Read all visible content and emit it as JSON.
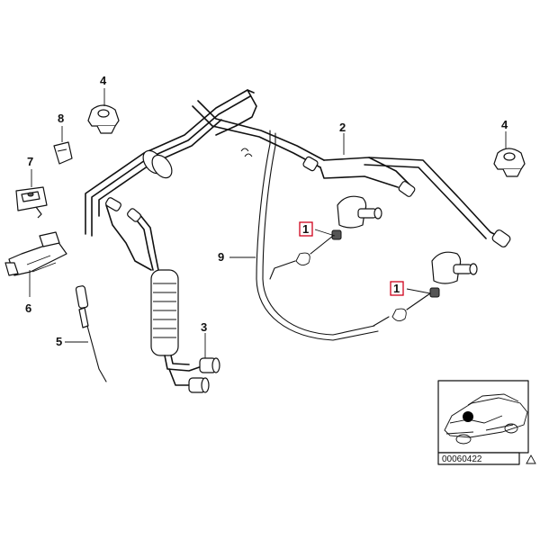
{
  "diagram": {
    "callouts": [
      {
        "id": "c1a",
        "label": "1",
        "highlighted": true
      },
      {
        "id": "c1b",
        "label": "1",
        "highlighted": true
      },
      {
        "id": "c2",
        "label": "2",
        "highlighted": false
      },
      {
        "id": "c3",
        "label": "3",
        "highlighted": false
      },
      {
        "id": "c4a",
        "label": "4",
        "highlighted": false
      },
      {
        "id": "c4b",
        "label": "4",
        "highlighted": false
      },
      {
        "id": "c5",
        "label": "5",
        "highlighted": false
      },
      {
        "id": "c6",
        "label": "6",
        "highlighted": false
      },
      {
        "id": "c7",
        "label": "7",
        "highlighted": false
      },
      {
        "id": "c8",
        "label": "8",
        "highlighted": false
      },
      {
        "id": "c9",
        "label": "9",
        "highlighted": false
      }
    ],
    "inset": {
      "image_code": "00060422",
      "icon": "warning-triangle-icon"
    },
    "colors": {
      "line": "#111111",
      "highlight": "#d0021b",
      "background": "#ffffff"
    }
  }
}
